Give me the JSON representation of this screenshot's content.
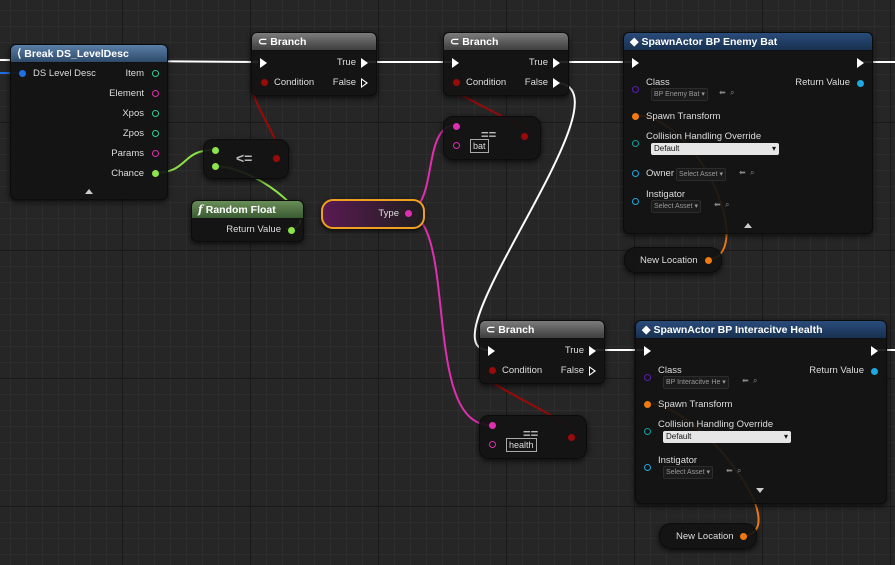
{
  "colors": {
    "exec": "#ffffff",
    "struct": "#1e6fe0",
    "int": "#2ecc9a",
    "enum": "#e02fae",
    "float": "#8de34a",
    "bool": "#9a0a0a",
    "object_class": "#5a1fb5",
    "transform": "#f07a10",
    "byte": "#0aa3a3",
    "object": "#1fa8e0",
    "node_selected": "#f0a020"
  },
  "break_node": {
    "title": "Break DS_LevelDesc",
    "input": "DS Level Desc",
    "outputs": [
      "Item",
      "Element",
      "Xpos",
      "Zpos",
      "Params",
      "Chance"
    ]
  },
  "compare_le": {
    "op": "<="
  },
  "random_float": {
    "icon": "f",
    "title": "Random Float",
    "output": "Return Value"
  },
  "type_node": {
    "output": "Type"
  },
  "branch1": {
    "title": "Branch",
    "condition": "Condition",
    "true_label": "True",
    "false_label": "False"
  },
  "branch2": {
    "title": "Branch",
    "condition": "Condition",
    "true_label": "True",
    "false_label": "False"
  },
  "branch3": {
    "title": "Branch",
    "condition": "Condition",
    "true_label": "True",
    "false_label": "False"
  },
  "eq_bat": {
    "op": "==",
    "value": "bat"
  },
  "eq_health": {
    "op": "==",
    "value": "health"
  },
  "spawn_bat": {
    "title": "SpawnActor BP Enemy Bat",
    "class_label": "Class",
    "class_value": "BP Enemy Bat",
    "transform_label": "Spawn Transform",
    "collision_label": "Collision Handling Override",
    "collision_value": "Default",
    "owner_label": "Owner",
    "owner_value": "Select Asset",
    "instigator_label": "Instigator",
    "instigator_value": "Select Asset",
    "return_label": "Return Value"
  },
  "spawn_health": {
    "title": "SpawnActor BP Interacitve Health",
    "class_label": "Class",
    "class_value": "BP Interacitve He",
    "transform_label": "Spawn Transform",
    "collision_label": "Collision Handling Override",
    "collision_value": "Default",
    "instigator_label": "Instigator",
    "instigator_value": "Select Asset",
    "return_label": "Return Value"
  },
  "new_location_1": {
    "output": "New Location"
  },
  "new_location_2": {
    "output": "New Location"
  }
}
